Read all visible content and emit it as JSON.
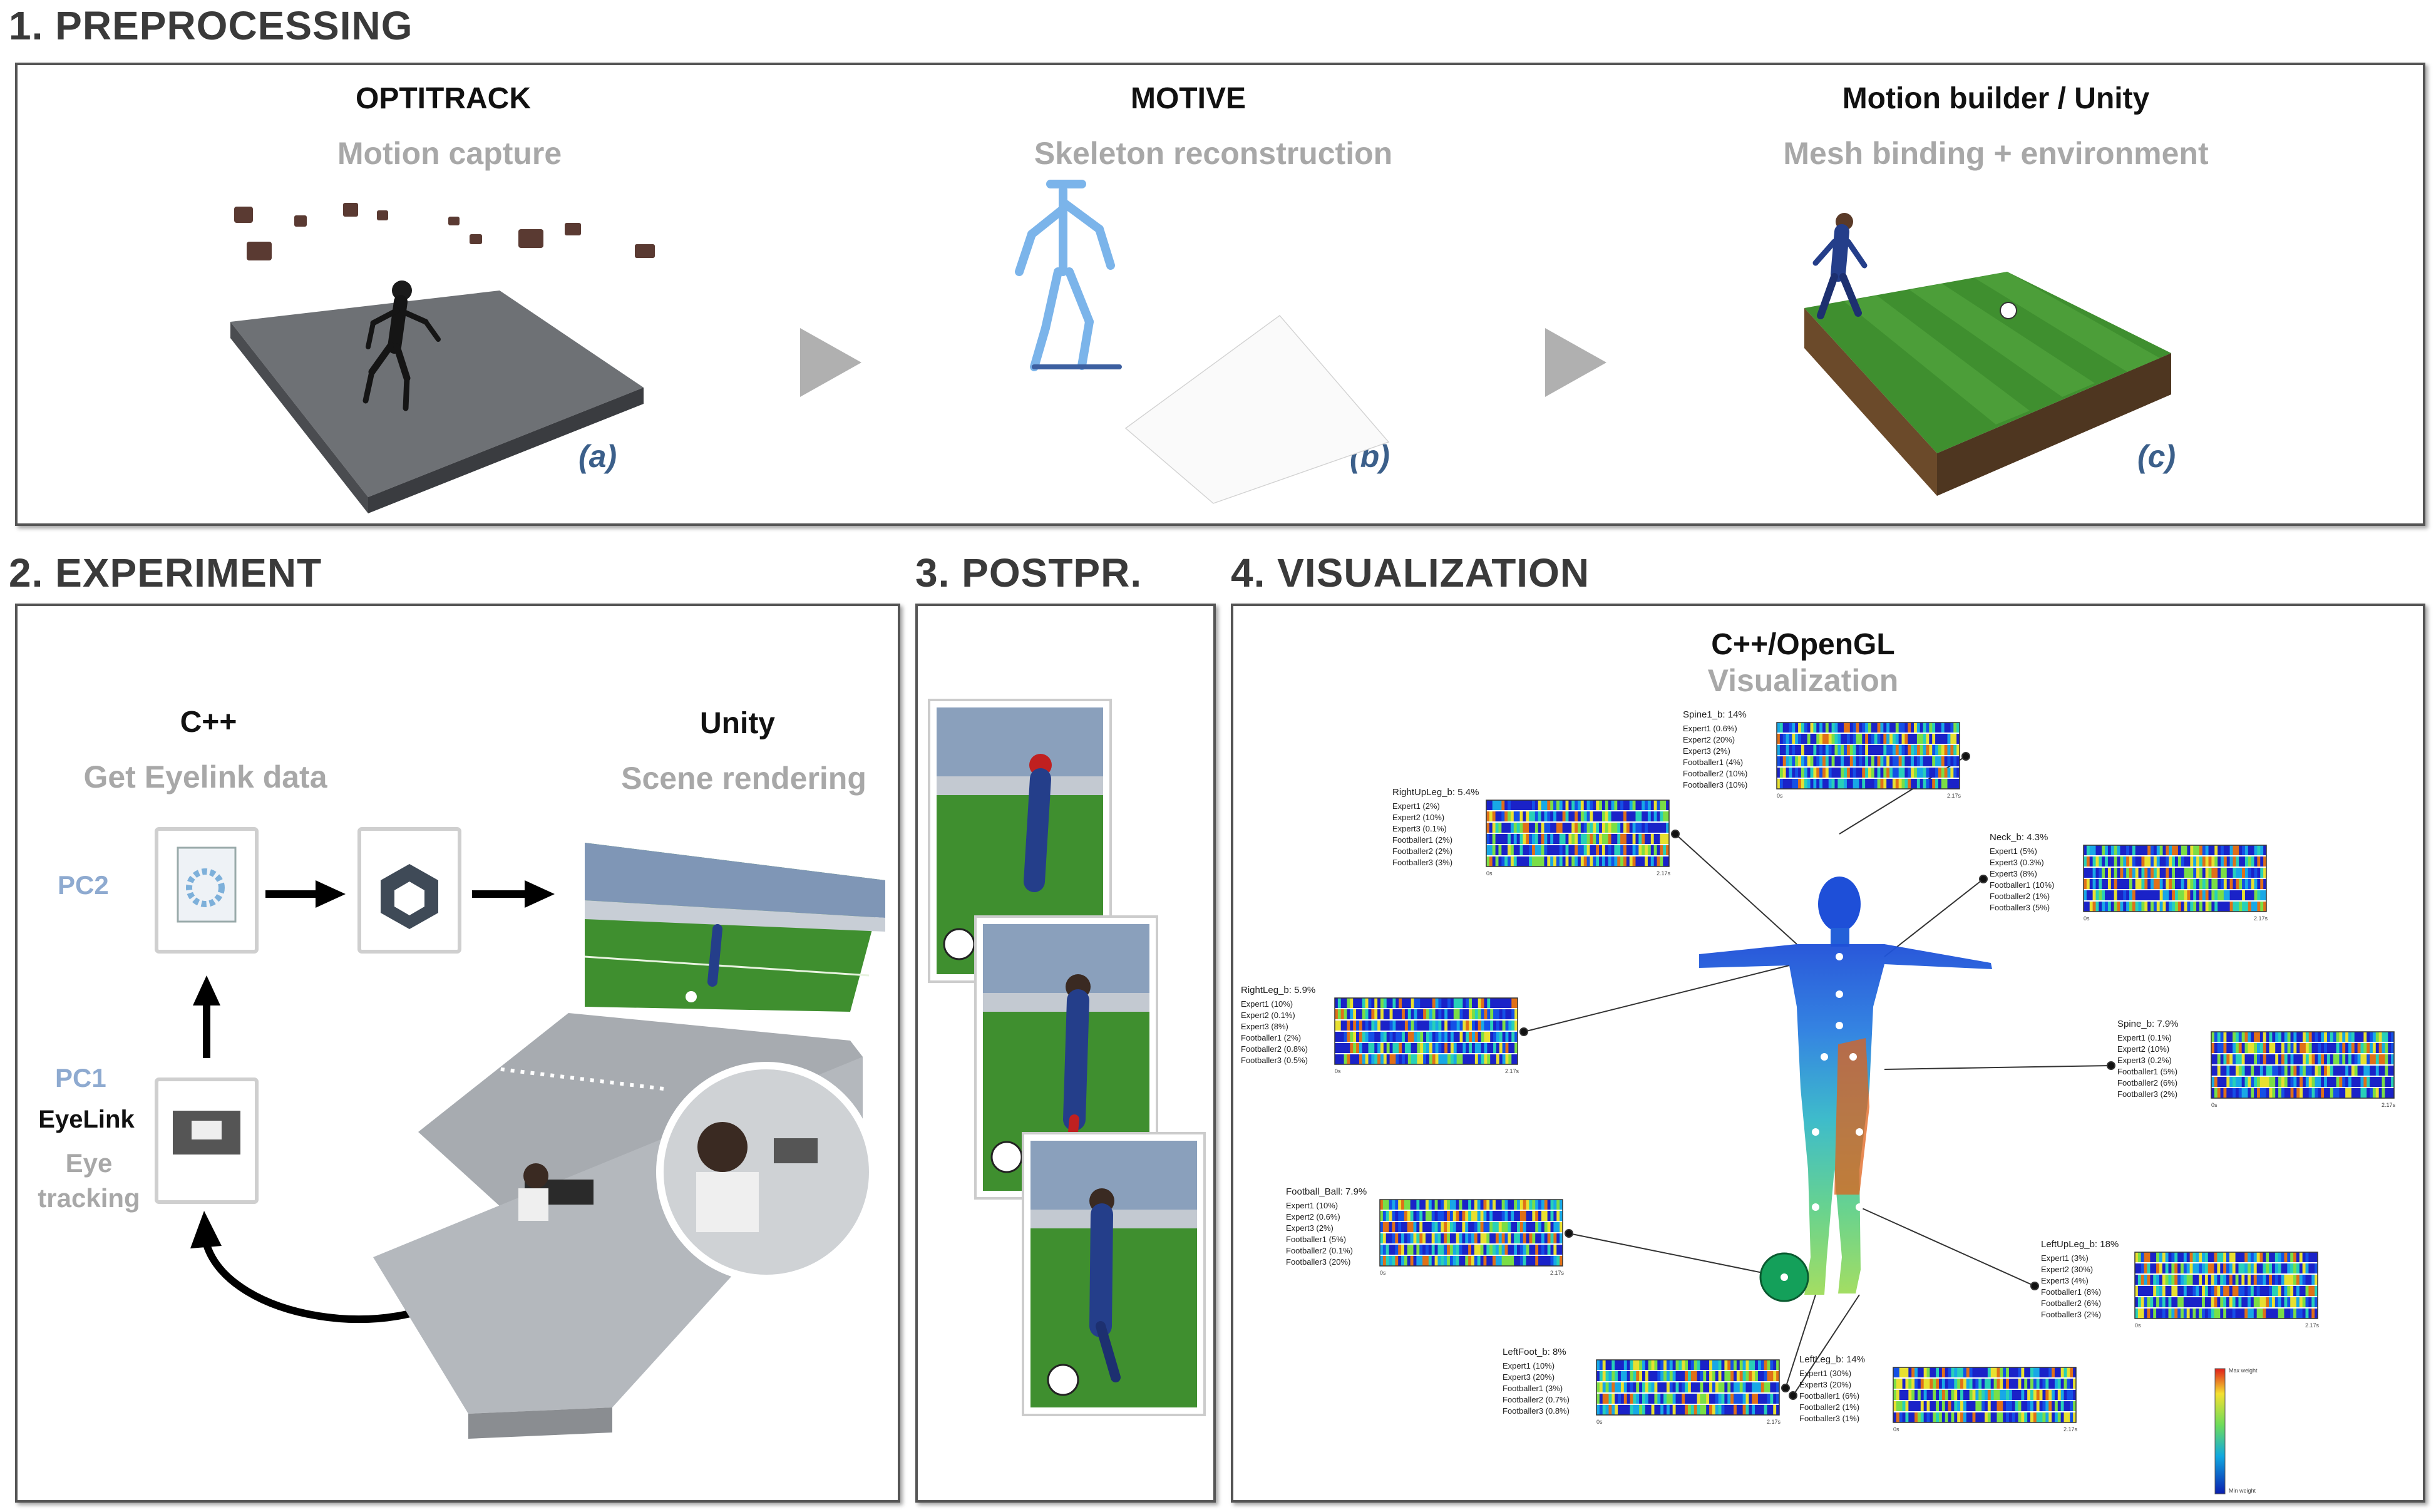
{
  "sections": {
    "preprocessing": "1. PREPROCESSING",
    "experiment": "2. EXPERIMENT",
    "postprocessing": "3. POSTPR.",
    "visualization": "4. VISUALIZATION"
  },
  "preprocessing": {
    "steps": [
      {
        "tool": "OPTITRACK",
        "caption": "Motion capture",
        "tag": "(a)"
      },
      {
        "tool": "MOTIVE",
        "caption": "Skeleton reconstruction",
        "tag": "(b)"
      },
      {
        "tool": "Motion builder / Unity",
        "caption": "Mesh binding  + environment",
        "tag": "(c)"
      }
    ]
  },
  "experiment": {
    "cpp_title": "C++",
    "cpp_caption": "Get Eyelink data",
    "unity_title": "Unity",
    "unity_caption": "Scene rendering",
    "pc2": "PC2",
    "pc1": "PC1",
    "eyelink": "EyeLink",
    "eye_tracking": "Eye\ntracking"
  },
  "visualization": {
    "title": "C++/OpenGL",
    "subtitle": "Visualization",
    "legend_max": "Max weight",
    "legend_min": "Min weight",
    "heatmaps": [
      {
        "title": "Spine1_b: 14%",
        "rows": [
          "Expert1 (0.6%)",
          "Expert2 (20%)",
          "Expert3 (2%)",
          "Footballer1 (4%)",
          "Footballer2 (10%)",
          "Footballer3 (10%)"
        ],
        "t0": "0s",
        "t1": "2.17s"
      },
      {
        "title": "RightUpLeg_b: 5.4%",
        "rows": [
          "Expert1 (2%)",
          "Expert2 (10%)",
          "Expert3 (0.1%)",
          "Footballer1 (2%)",
          "Footballer2 (2%)",
          "Footballer3 (3%)"
        ],
        "t0": "0s",
        "t1": "2.17s"
      },
      {
        "title": "Neck_b: 4.3%",
        "rows": [
          "Expert1 (5%)",
          "Expert3 (0.3%)",
          "Expert3 (8%)",
          "Footballer1 (10%)",
          "Footballer2 (1%)",
          "Footballer3 (5%)"
        ],
        "t0": "0s",
        "t1": "2.17s"
      },
      {
        "title": "RightLeg_b: 5.9%",
        "rows": [
          "Expert1 (10%)",
          "Expert2 (0.1%)",
          "Expert3 (8%)",
          "Footballer1 (2%)",
          "Footballer2 (0.8%)",
          "Footballer3 (0.5%)"
        ],
        "t0": "0s",
        "t1": "2.17s"
      },
      {
        "title": "Spine_b: 7.9%",
        "rows": [
          "Expert1 (0.1%)",
          "Expert2 (10%)",
          "Expert3 (0.2%)",
          "Footballer1 (5%)",
          "Footballer2 (6%)",
          "Footballer3 (2%)"
        ],
        "t0": "0s",
        "t1": "2.17s"
      },
      {
        "title": "Football_Ball: 7.9%",
        "rows": [
          "Expert1 (10%)",
          "Expert2 (0.6%)",
          "Expert3 (2%)",
          "Footballer1 (5%)",
          "Footballer2 (0.1%)",
          "Footballer3 (20%)"
        ],
        "t0": "0s",
        "t1": "2.17s"
      },
      {
        "title": "LeftUpLeg_b: 18%",
        "rows": [
          "Expert1 (3%)",
          "Expert2 (30%)",
          "Expert3 (4%)",
          "Footballer1 (8%)",
          "Footballer2 (6%)",
          "Footballer3 (2%)"
        ],
        "t0": "0s",
        "t1": "2.17s"
      },
      {
        "title": "LeftFoot_b: 8%",
        "rows": [
          "Expert1 (10%)",
          "Expert3 (20%)",
          "Footballer1 (3%)",
          "Footballer2 (0.7%)",
          "Footballer3 (0.8%)"
        ],
        "t0": "0s",
        "t1": "2.17s"
      },
      {
        "title": "LeftLeg_b: 14%",
        "rows": [
          "Expert1 (30%)",
          "Expert3 (20%)",
          "Footballer1 (6%)",
          "Footballer2 (1%)",
          "Footballer3 (1%)"
        ],
        "t0": "0s",
        "t1": "2.17s"
      }
    ]
  },
  "colors": {
    "panel_border": "#555555",
    "section_title": "#3a3a3a",
    "caption_gray": "#a8a8a8",
    "tag_blue": "#3b5f8a",
    "pc_blue": "#8eaad0",
    "pitch_green": "#3f8f2f",
    "heatmap_blue": "#1a22c8"
  }
}
